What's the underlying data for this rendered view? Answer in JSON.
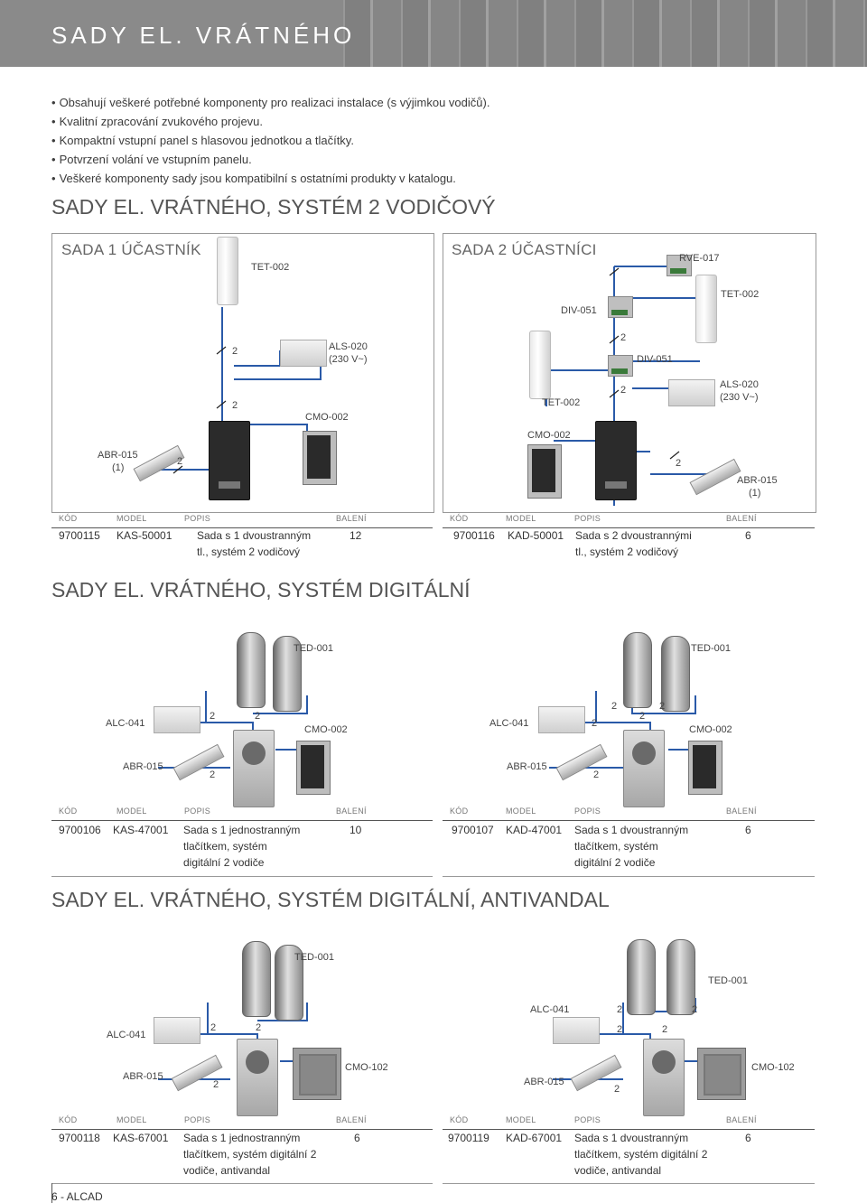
{
  "header": {
    "title": "SADY EL. VRÁTNÉHO"
  },
  "bullets": [
    "Obsahují veškeré potřebné komponenty pro realizaci instalace (s výjimkou vodičů).",
    "Kvalitní zpracování zvukového projevu.",
    "Kompaktní vstupní panel s hlasovou jednotkou a tlačítky.",
    "Potvrzení volání ve vstupním panelu.",
    "Veškeré komponenty sady jsou kompatibilní s ostatními produkty v katalogu."
  ],
  "sections": {
    "s1": {
      "title": "SADY EL. VRÁTNÉHO, SYSTÉM 2 VODIČOVÝ"
    },
    "s2": {
      "title": "SADY EL. VRÁTNÉHO, SYSTÉM DIGITÁLNÍ"
    },
    "s3": {
      "title": "SADY EL. VRÁTNÉHO, SYSTÉM DIGITÁLNÍ, ANTIVANDAL"
    }
  },
  "boxes": {
    "b1": {
      "title": "SADA 1 ÚČASTNÍK"
    },
    "b2": {
      "title": "SADA 2 ÚČASTNÍCI"
    }
  },
  "labels": {
    "tet002": "TET-002",
    "rve017": "RVE-017",
    "div051": "DIV-051",
    "als020": "ALS-020",
    "als020v": "(230 V~)",
    "cmo002": "CMO-002",
    "cmo102": "CMO-102",
    "abr015": "ABR-015",
    "paren1": "(1)",
    "ted001": "TED-001",
    "alc041": "ALC-041",
    "two": "2"
  },
  "table_headers": {
    "kod": "KÓD",
    "model": "MODEL",
    "popis": "POPIS",
    "baleni": "BALENÍ"
  },
  "products": {
    "p1": {
      "kod": "9700115",
      "model": "KAS-50001",
      "popis1": "Sada s 1 dvoustranným",
      "popis2": "tl., systém 2 vodičový",
      "baleni": "12"
    },
    "p2": {
      "kod": "9700116",
      "model": "KAD-50001",
      "popis1": "Sada s 2 dvoustrannými",
      "popis2": "tl., systém 2 vodičový",
      "baleni": "6"
    },
    "p3": {
      "kod": "9700106",
      "model": "KAS-47001",
      "popis1": "Sada s 1 jednostranným",
      "popis2": "tlačítkem, systém",
      "popis3": "digitální 2 vodiče",
      "baleni": "10"
    },
    "p4": {
      "kod": "9700107",
      "model": "KAD-47001",
      "popis1": "Sada s 1 dvoustranným",
      "popis2": "tlačítkem, systém",
      "popis3": "digitální 2 vodiče",
      "baleni": "6"
    },
    "p5": {
      "kod": "9700118",
      "model": "KAS-67001",
      "popis1": "Sada s 1 jednostranným",
      "popis2": "tlačítkem, systém digitální 2",
      "popis3": "vodiče, antivandal",
      "baleni": "6"
    },
    "p6": {
      "kod": "9700119",
      "model": "KAD-67001",
      "popis1": "Sada s 1 dvoustranným",
      "popis2": "tlačítkem, systém digitální 2",
      "popis3": "vodiče, antivandal",
      "baleni": "6"
    }
  },
  "footer": {
    "text": "6 - ALCAD"
  },
  "colors": {
    "wire": "#2a5aa8",
    "header_bg": "#8a8a8a"
  }
}
